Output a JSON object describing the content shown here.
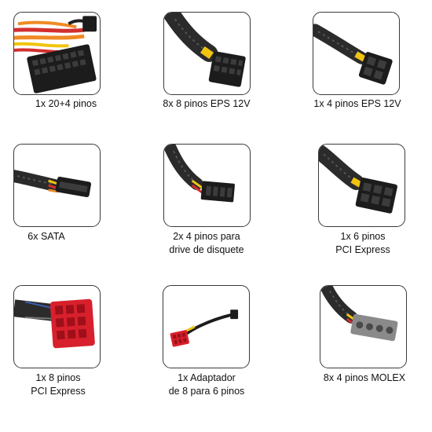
{
  "connectors": [
    {
      "icon": "atx-20-4-pin-connector-icon",
      "lines": [
        "1x 20+4 pinos"
      ]
    },
    {
      "icon": "eps-8-pin-connector-icon",
      "lines": [
        "8x 8 pinos EPS 12V"
      ]
    },
    {
      "icon": "eps-4-pin-connector-icon",
      "lines": [
        "1x 4 pinos EPS 12V"
      ]
    },
    {
      "icon": "sata-connector-icon",
      "lines": [
        "6x SATA"
      ]
    },
    {
      "icon": "floppy-4-pin-connector-icon",
      "lines": [
        "2x 4 pinos para",
        "drive de disquete"
      ]
    },
    {
      "icon": "pcie-6-pin-connector-icon",
      "lines": [
        "1x 6 pinos",
        "PCI Express"
      ]
    },
    {
      "icon": "pcie-8-pin-connector-icon",
      "lines": [
        "1x 8 pinos",
        "PCI Express"
      ]
    },
    {
      "icon": "8-to-6-pin-adapter-icon",
      "lines": [
        "1x Adaptador",
        "de 8 para 6 pinos"
      ]
    },
    {
      "icon": "molex-4-pin-connector-icon",
      "lines": [
        "8x 4 pinos MOLEX"
      ]
    }
  ],
  "colors": {
    "border": "#3a3a3a",
    "sleeve": "#2b2b2b",
    "connector_black": "#1c1c1c",
    "connector_red": "#d8202c",
    "connector_grey": "#8a8a8a",
    "wire_yellow": "#f1c40f",
    "wire_red": "#d32f2f",
    "wire_orange": "#f08a24"
  }
}
